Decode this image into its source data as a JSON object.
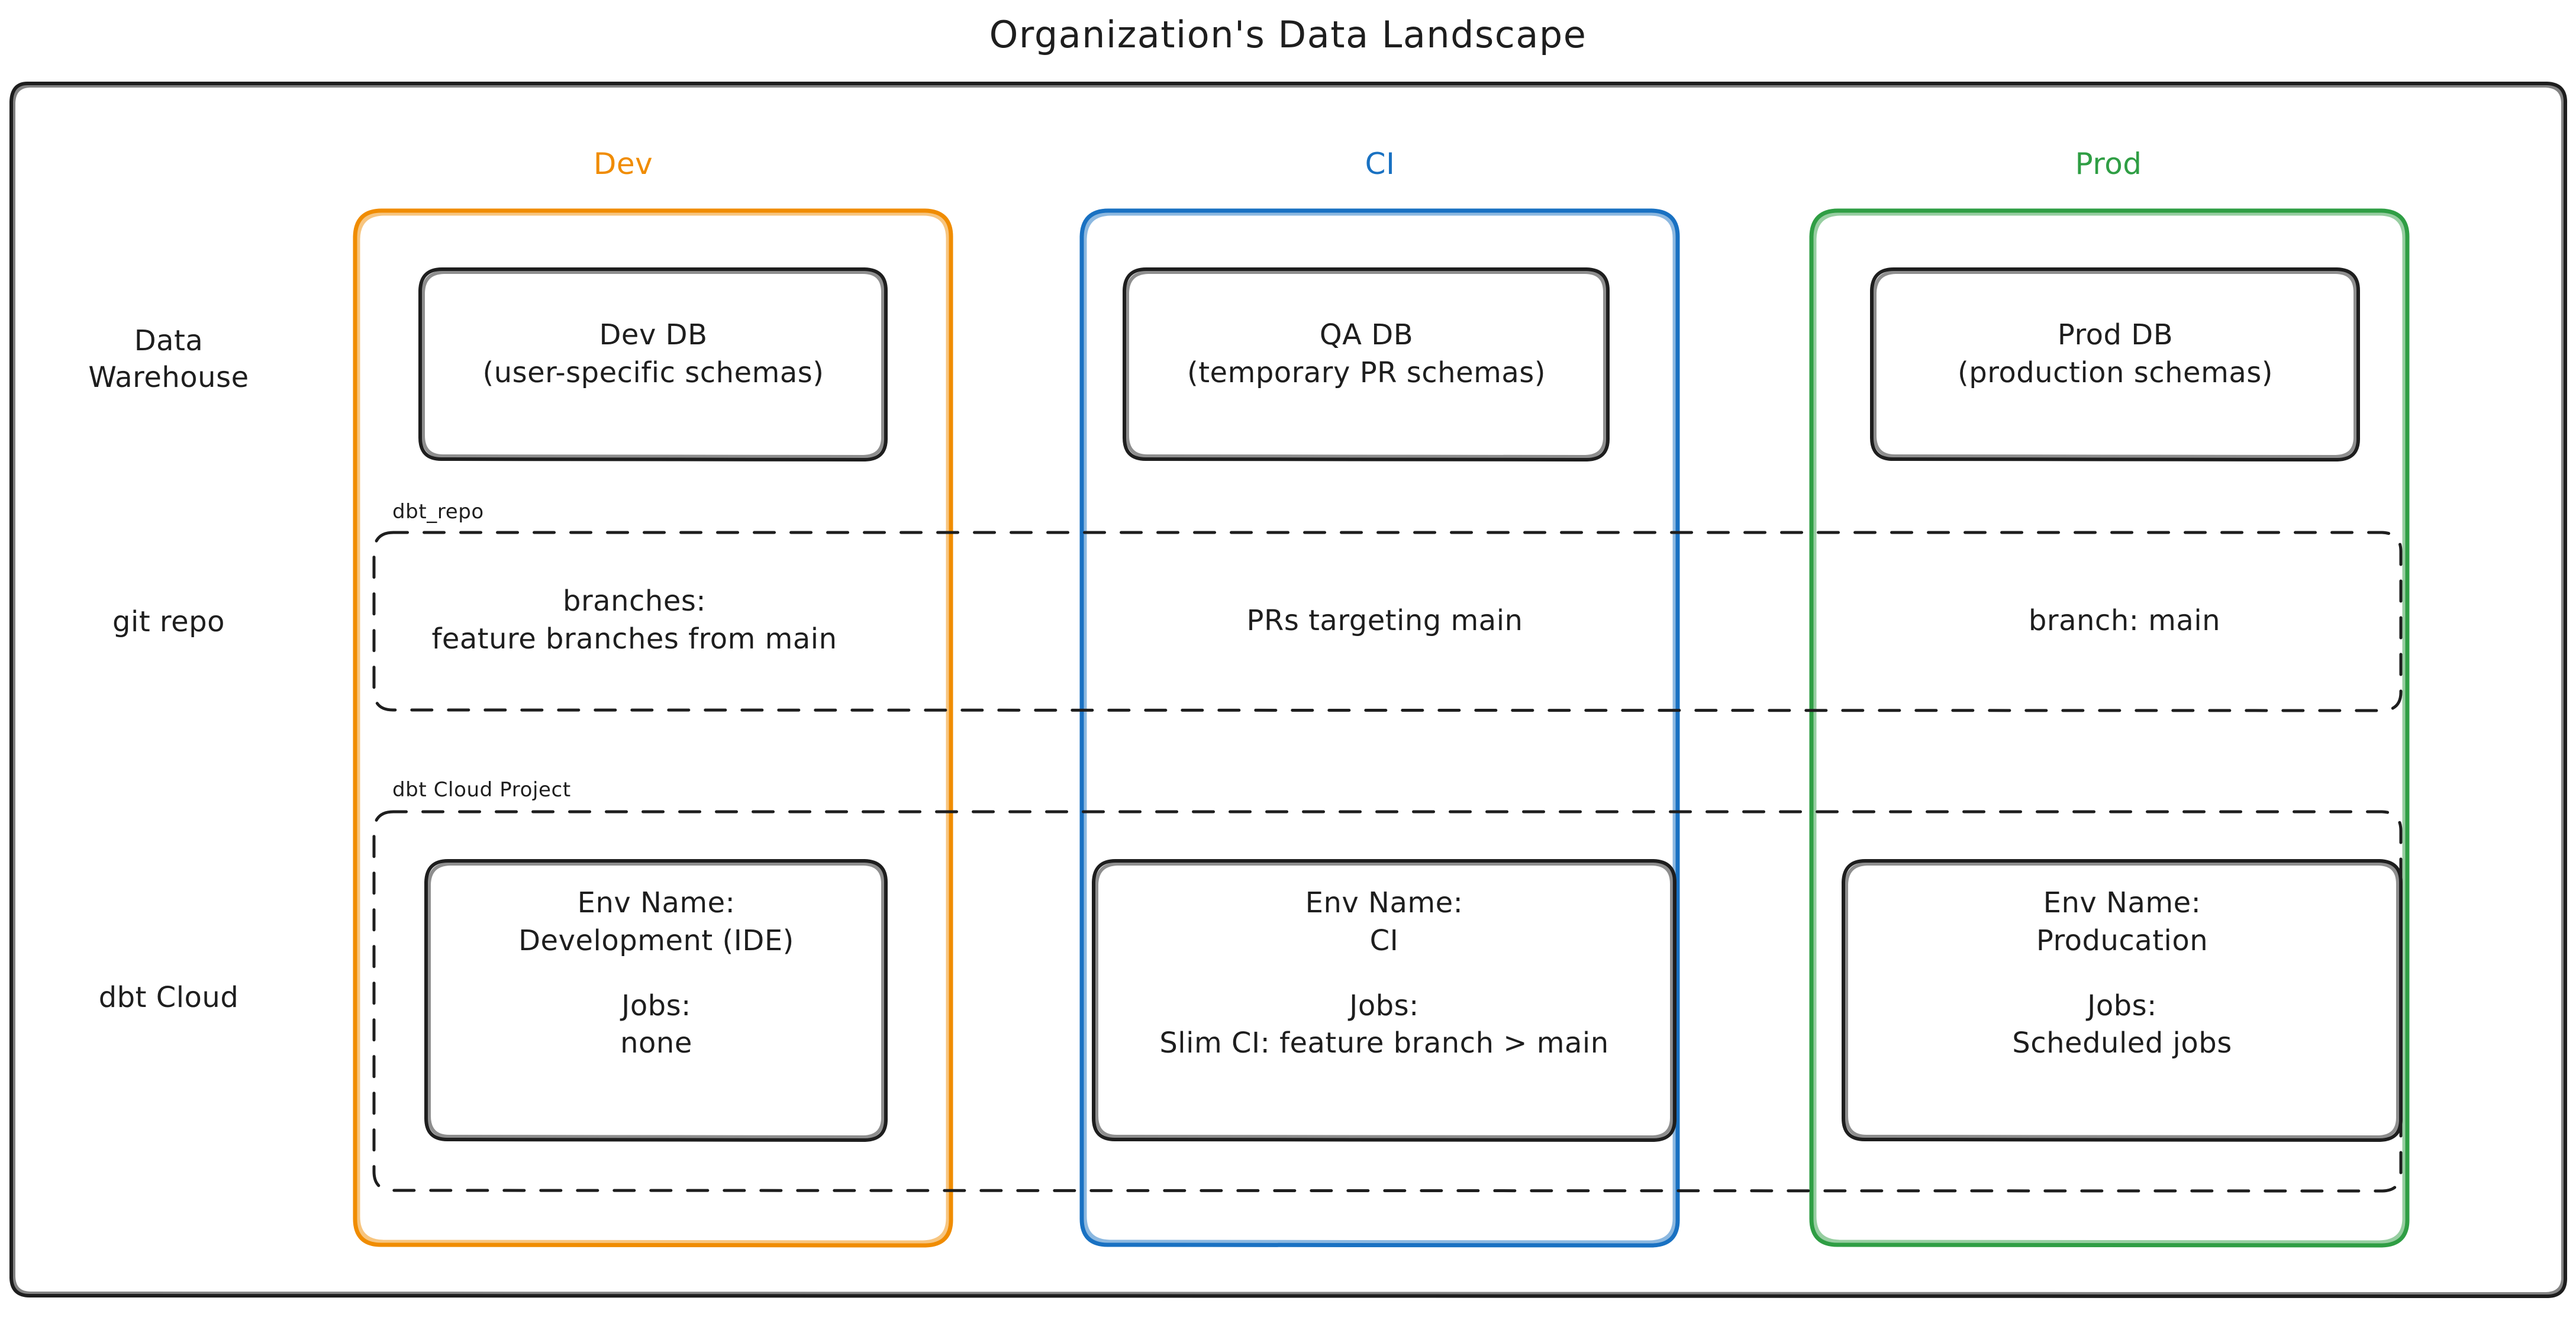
{
  "title": "Organization's Data Landscape",
  "colors": {
    "dev": "#f08c00",
    "ci": "#1971c2",
    "prod": "#2f9e44",
    "stroke": "#1e1e1e",
    "background": "#ffffff"
  },
  "columns": [
    {
      "key": "dev",
      "label": "Dev",
      "color": "#f08c00"
    },
    {
      "key": "ci",
      "label": "CI",
      "color": "#1971c2"
    },
    {
      "key": "prod",
      "label": "Prod",
      "color": "#2f9e44"
    }
  ],
  "rows": [
    {
      "key": "warehouse",
      "label_line1": "Data",
      "label_line2": "Warehouse"
    },
    {
      "key": "git",
      "label_line1": "git repo",
      "label_line2": ""
    },
    {
      "key": "dbtcloud",
      "label_line1": "dbt Cloud",
      "label_line2": ""
    }
  ],
  "groups": {
    "git_repo_tag": "dbt_repo",
    "dbt_cloud_tag": "dbt Cloud Project"
  },
  "warehouse": {
    "dev": {
      "line1": "Dev DB",
      "line2": "(user-specific schemas)"
    },
    "ci": {
      "line1": "QA DB",
      "line2": "(temporary PR schemas)"
    },
    "prod": {
      "line1": "Prod DB",
      "line2": "(production schemas)"
    }
  },
  "git_repo": {
    "dev": {
      "line1": "branches:",
      "line2": "feature branches from main"
    },
    "ci": {
      "line1": "PRs targeting main",
      "line2": ""
    },
    "prod": {
      "line1": "branch: main",
      "line2": ""
    }
  },
  "dbt_cloud": {
    "dev": {
      "env_label": "Env Name:",
      "env_value": "Development (IDE)",
      "jobs_label": "Jobs:",
      "jobs_value": "none"
    },
    "ci": {
      "env_label": "Env Name:",
      "env_value": "CI",
      "jobs_label": "Jobs:",
      "jobs_value": "Slim CI: feature branch > main"
    },
    "prod": {
      "env_label": "Env Name:",
      "env_value": "Producation",
      "jobs_label": "Jobs:",
      "jobs_value": "Scheduled jobs"
    }
  }
}
